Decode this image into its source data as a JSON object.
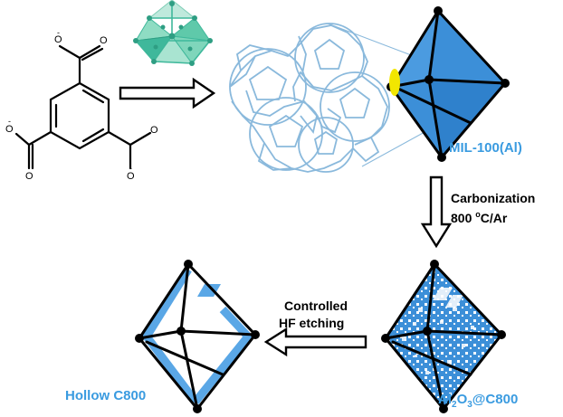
{
  "labels": {
    "mof": "MIL-100(Al)",
    "carbonization_line1": "Carbonization",
    "carbonization_line2_prefix": "800 ",
    "carbonization_line2_sup": "o",
    "carbonization_line2_suffix": "C/Ar",
    "etching_line1": "Controlled",
    "etching_line2": "HF etching",
    "composite_prefix": "Al",
    "composite_sub": "2",
    "composite_mid": "O",
    "composite_sub2": "3",
    "composite_suffix": "@C800",
    "hollow": "Hollow C800"
  },
  "colors": {
    "accent_blue": "#3a9be0",
    "octa_fill": "#3c8fd8",
    "octa_fill_light": "#5aa7e6",
    "framework": "#8ab9dc",
    "cluster": "#3fb89b",
    "highlight": "#f2e600",
    "ink": "#000000"
  }
}
